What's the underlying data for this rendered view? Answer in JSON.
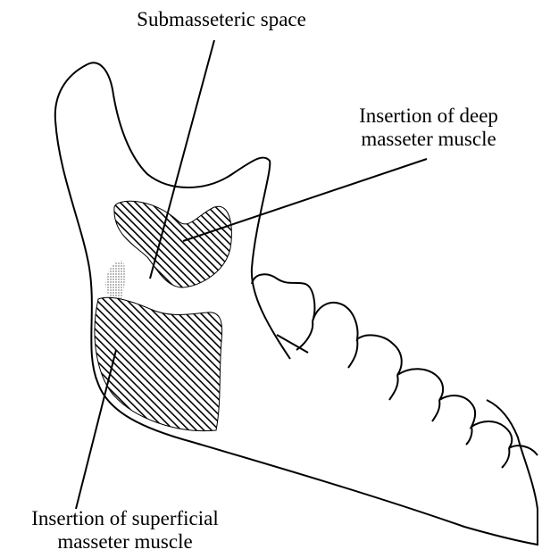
{
  "diagram": {
    "labels": {
      "submasseteric_space": "Submasseteric space",
      "deep_insertion_line1": "Insertion of deep",
      "deep_insertion_line2": "masseter muscle",
      "superficial_insertion_line1": "Insertion of superficial",
      "superficial_insertion_line2": "masseter muscle"
    },
    "colors": {
      "outline": "#000000",
      "hatch": "#000000",
      "background": "#ffffff",
      "stipple": "#555555"
    }
  }
}
